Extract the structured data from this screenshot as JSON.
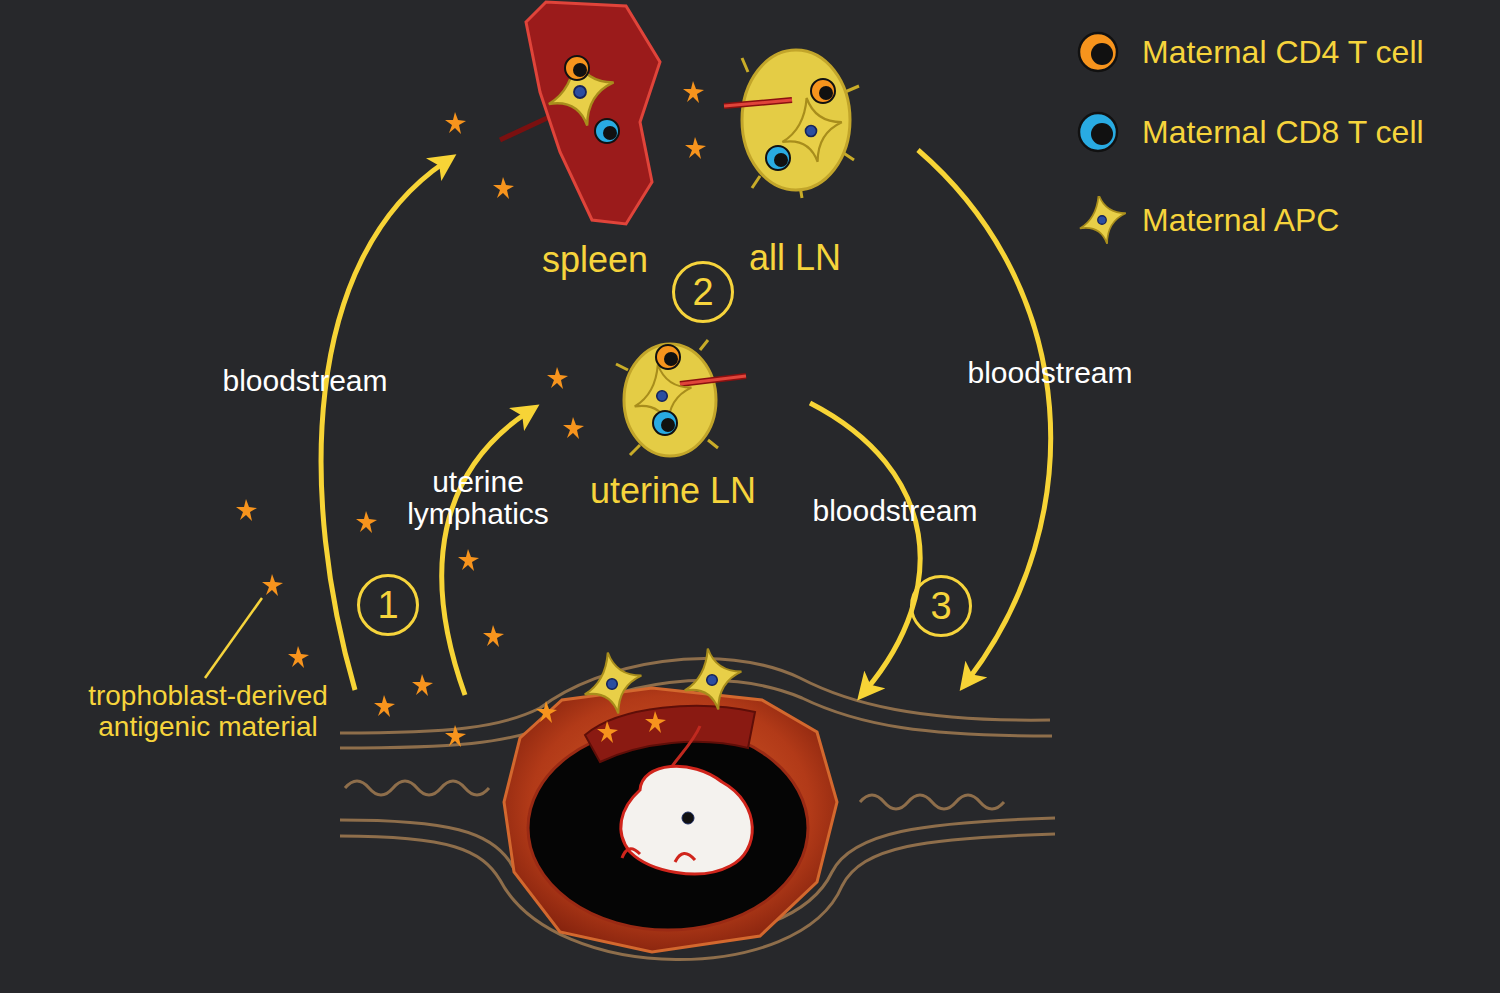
{
  "diagram": {
    "nodes": [
      {
        "text": [
          "spleen"
        ]
      },
      {
        "text": [
          "all LN"
        ]
      },
      {
        "text": [
          "2"
        ]
      },
      {
        "text": [
          "uterine LN"
        ]
      },
      {
        "text": [
          "1"
        ]
      },
      {
        "text": [
          "3"
        ]
      }
    ],
    "labels": [
      "bloodstream",
      "bloodstream",
      "uterine lymphatics",
      "bloodstream",
      "trophoblast-derived antigenic material"
    ],
    "legend": [
      {
        "text": "Maternal CD4 T cell",
        "color": "#f7941d"
      },
      {
        "text": "Maternal CD8 T cell",
        "color": "#29abe2"
      },
      {
        "text": "Maternal APC"
      }
    ]
  }
}
